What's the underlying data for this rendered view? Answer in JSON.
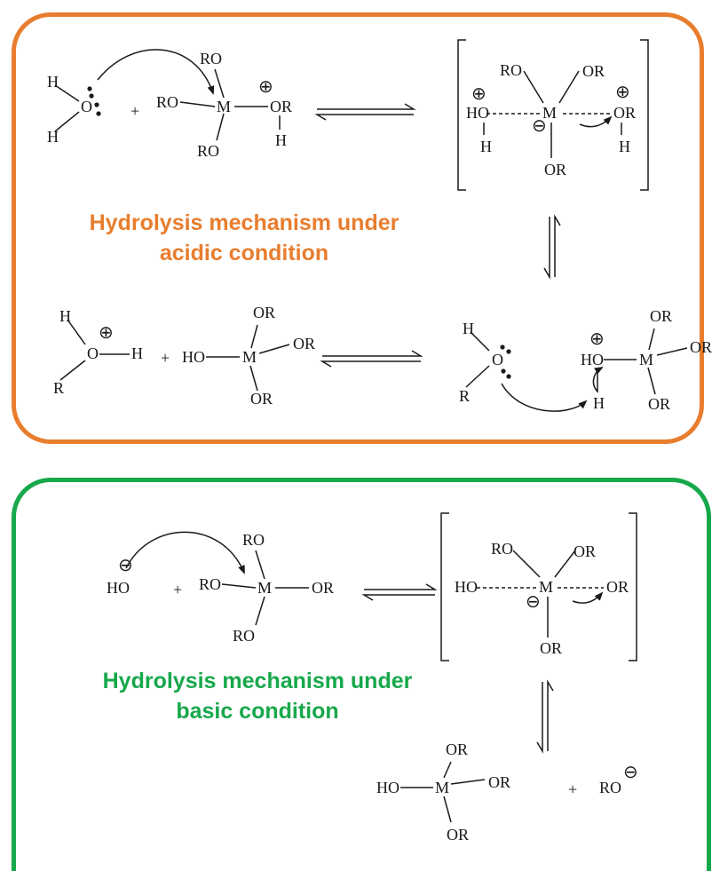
{
  "colors": {
    "acidic": "#E87D2E",
    "basic": "#17A84B",
    "ink": "#1a1a1a"
  },
  "titles": {
    "acidic_line1": "Hydrolysis mechanism under",
    "acidic_line2": "acidic condition",
    "basic_line1": "Hydrolysis mechanism under",
    "basic_line2": "basic condition"
  },
  "labels": {
    "H": "H",
    "O": "O",
    "M": "M",
    "RO": "RO",
    "OR": "OR",
    "HO": "HO",
    "R": "R",
    "plus": "+",
    "plus_charge": "⊕",
    "minus_charge": "⊖"
  }
}
